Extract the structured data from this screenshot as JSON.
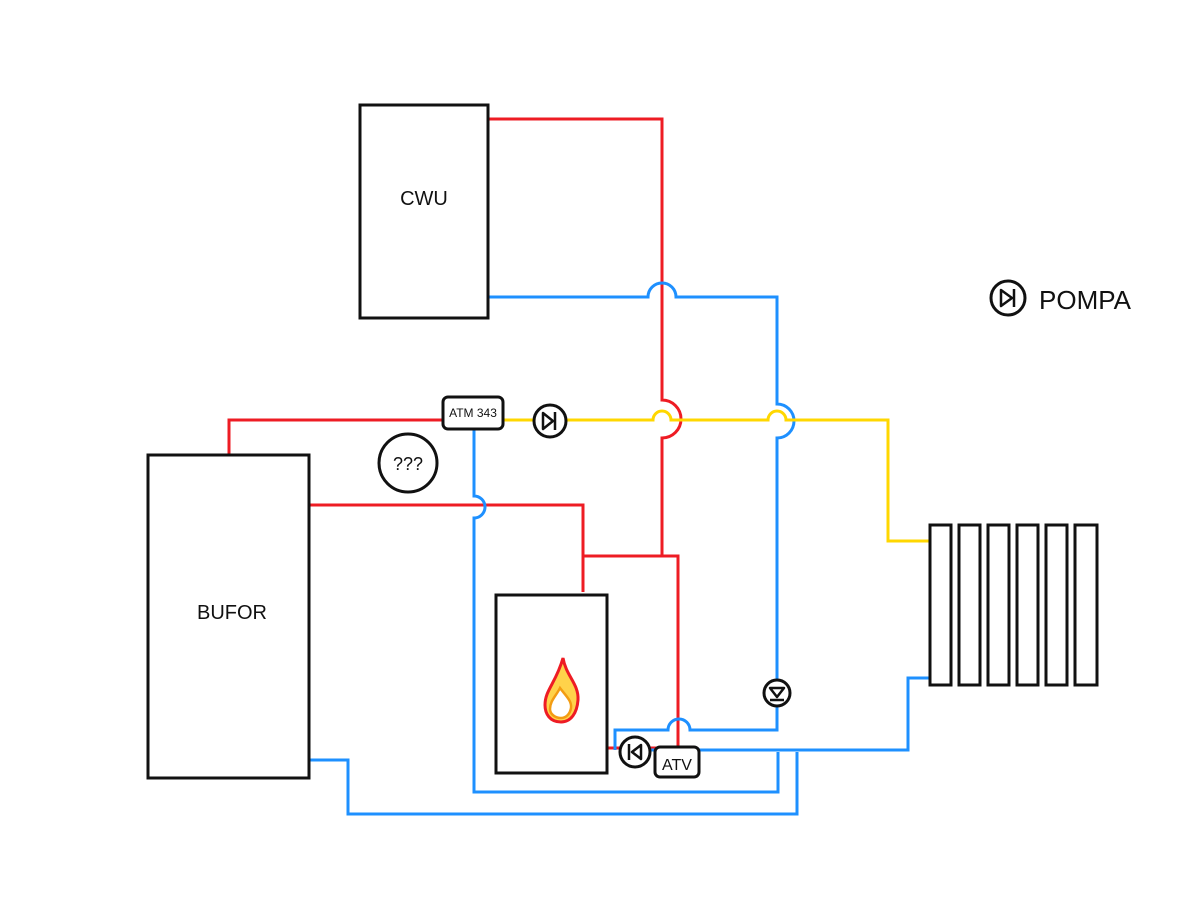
{
  "components": {
    "cwu": "CWU",
    "bufor": "BUFOR",
    "atm": "ATM 343",
    "atv": "ATV",
    "unknown": "???"
  },
  "legend": {
    "pump_icon": "pump-icon",
    "pump_label": "POMPA"
  },
  "colors": {
    "hot": "#ee1c24",
    "cold": "#1e90ff",
    "mixed": "#ffd700",
    "outline": "#111111"
  }
}
